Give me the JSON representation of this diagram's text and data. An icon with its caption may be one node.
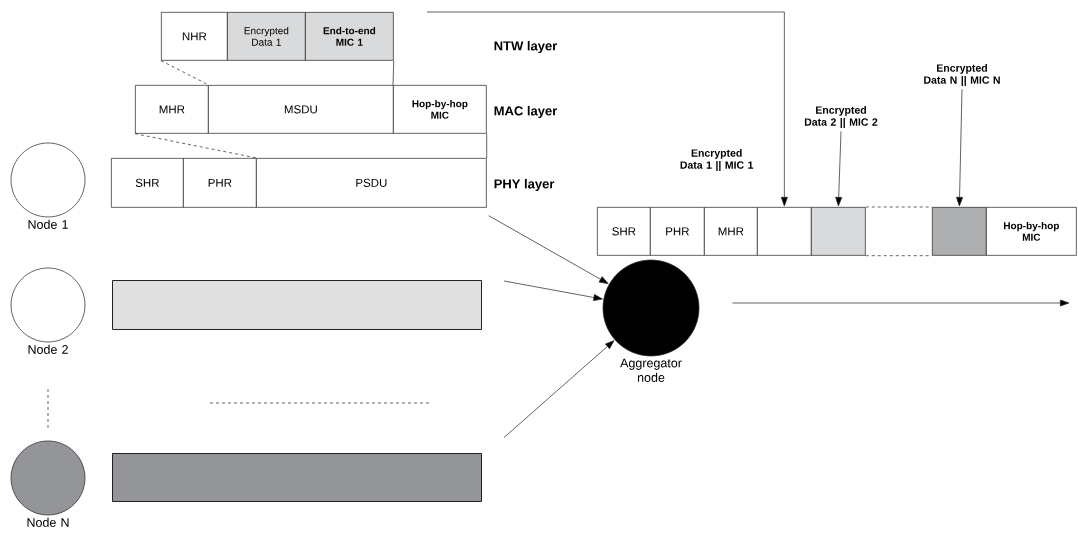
{
  "diagram": {
    "nodes": [
      {
        "text": [
          "NHR"
        ]
      },
      {
        "text": [
          "Encrypted Data 1"
        ]
      },
      {
        "text": [
          "End-to-end MIC 1"
        ]
      },
      {
        "text": [
          "MHR"
        ]
      },
      {
        "text": [
          "MSDU"
        ]
      },
      {
        "text": [
          "Hop-by-hop MIC"
        ]
      },
      {
        "text": [
          "SHR"
        ]
      },
      {
        "text": [
          "PHR"
        ]
      },
      {
        "text": [
          "PSDU"
        ]
      },
      {
        "text": [
          "Node 1"
        ]
      },
      {
        "text": [
          "Encrypted Data N || MIC N"
        ]
      },
      {
        "text": [
          "Encrypted Data 2 || MIC 2"
        ]
      },
      {
        "text": [
          "SHR"
        ]
      },
      {
        "text": [
          "PHR"
        ]
      },
      {
        "text": [
          "MHR"
        ]
      },
      {
        "text": [],
        "shape": "box"
      },
      {
        "text": [],
        "shape": "box"
      },
      {
        "text": [],
        "shape": "box"
      },
      {
        "text": [
          "Hop-by-hop MIC"
        ]
      },
      {
        "text": [
          "Node 2"
        ]
      },
      {
        "text": [],
        "shape": "bar"
      },
      {
        "text": [
          "Aggregator node"
        ]
      },
      {
        "text": [
          "Node N"
        ]
      },
      {
        "text": [],
        "shape": "bar"
      }
    ],
    "edges": [
      {
        "from": null,
        "to": 15,
        "arrow": "to",
        "label": "Encrypted Data 1 || MIC 1"
      },
      {
        "from": 11,
        "to": 16,
        "arrow": "to"
      },
      {
        "from": 10,
        "to": 17,
        "arrow": "to"
      },
      {
        "from": 8,
        "to": 21,
        "arrow": "to"
      },
      {
        "from": 20,
        "to": 21,
        "arrow": "to"
      },
      {
        "from": 23,
        "to": 21,
        "arrow": "to"
      },
      {
        "from": 21,
        "to": null,
        "arrow": "to"
      },
      {
        "from": 0,
        "to": 3,
        "arrow": "none",
        "style": "dashed"
      },
      {
        "from": 2,
        "to": 5,
        "arrow": "none"
      },
      {
        "from": 3,
        "to": 7,
        "arrow": "none",
        "style": "dashed"
      },
      {
        "from": 5,
        "to": 8,
        "arrow": "none"
      },
      {
        "from": 16,
        "to": 17,
        "arrow": "none",
        "style": "dashed"
      },
      {
        "from": 16,
        "to": 17,
        "arrow": "none",
        "style": "dashed"
      }
    ],
    "labels": [
      "NTW layer",
      "MAC layer",
      "PHY layer"
    ]
  }
}
